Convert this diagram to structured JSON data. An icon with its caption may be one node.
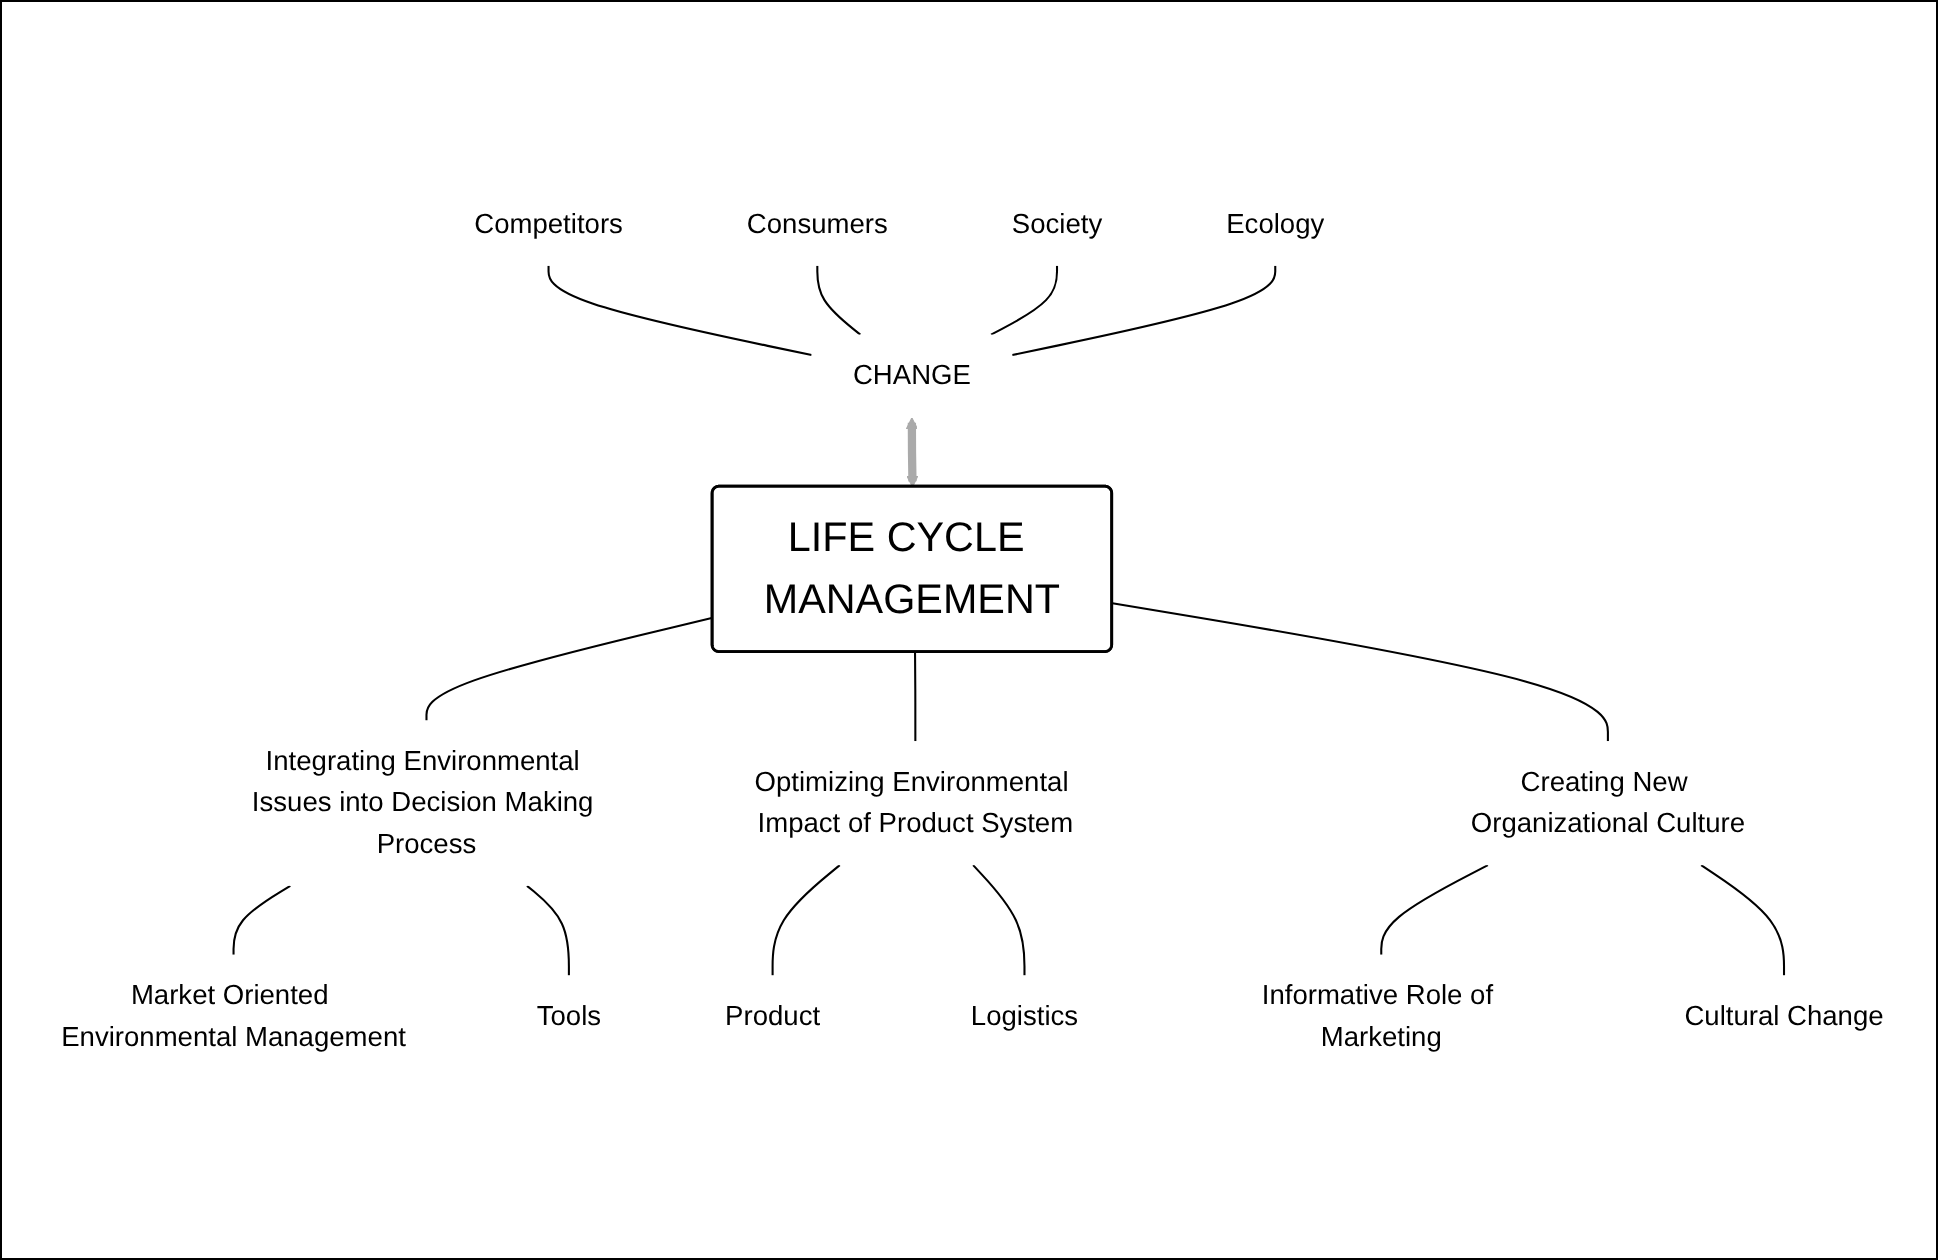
{
  "diagram": {
    "nodes": [
      {
        "text": [
          "Competitors"
        ]
      },
      {
        "text": [
          "Consumers"
        ]
      },
      {
        "text": [
          "Society"
        ]
      },
      {
        "text": [
          "Ecology"
        ]
      },
      {
        "text": [
          "CHANGE"
        ]
      },
      {
        "text": [
          "LIFE CYCLE MANAGEMENT"
        ]
      },
      {
        "text": [
          "Integrating Environmental Issues into Decision Making Process"
        ]
      },
      {
        "text": [
          "Optimizing Environmental Impact of Product System"
        ]
      },
      {
        "text": [
          "Creating New Organizational Culture"
        ]
      },
      {
        "text": [
          "Market Oriented Environmental Management"
        ]
      },
      {
        "text": [
          "Tools"
        ]
      },
      {
        "text": [
          "Product"
        ]
      },
      {
        "text": [
          "Logistics"
        ]
      },
      {
        "text": [
          "Informative Role of Marketing"
        ]
      },
      {
        "text": [
          "Cultural Change"
        ]
      }
    ],
    "edges": [
      {
        "from": 0,
        "to": 4,
        "arrow": "none"
      },
      {
        "from": 1,
        "to": 4,
        "arrow": "none"
      },
      {
        "from": 2,
        "to": 4,
        "arrow": "none"
      },
      {
        "from": 3,
        "to": 4,
        "arrow": "none"
      },
      {
        "from": 4,
        "to": 5,
        "arrow": "both",
        "style": "thick",
        "color": "#aaaaaa"
      },
      {
        "from": 5,
        "to": 6,
        "arrow": "none"
      },
      {
        "from": 5,
        "to": 7,
        "arrow": "none"
      },
      {
        "from": 5,
        "to": 8,
        "arrow": "none"
      },
      {
        "from": 6,
        "to": 9,
        "arrow": "none"
      },
      {
        "from": 6,
        "to": 10,
        "arrow": "none"
      },
      {
        "from": 7,
        "to": 11,
        "arrow": "none"
      },
      {
        "from": 7,
        "to": 12,
        "arrow": "none"
      },
      {
        "from": 8,
        "to": 13,
        "arrow": "none"
      },
      {
        "from": 8,
        "to": 14,
        "arrow": "none"
      }
    ]
  }
}
